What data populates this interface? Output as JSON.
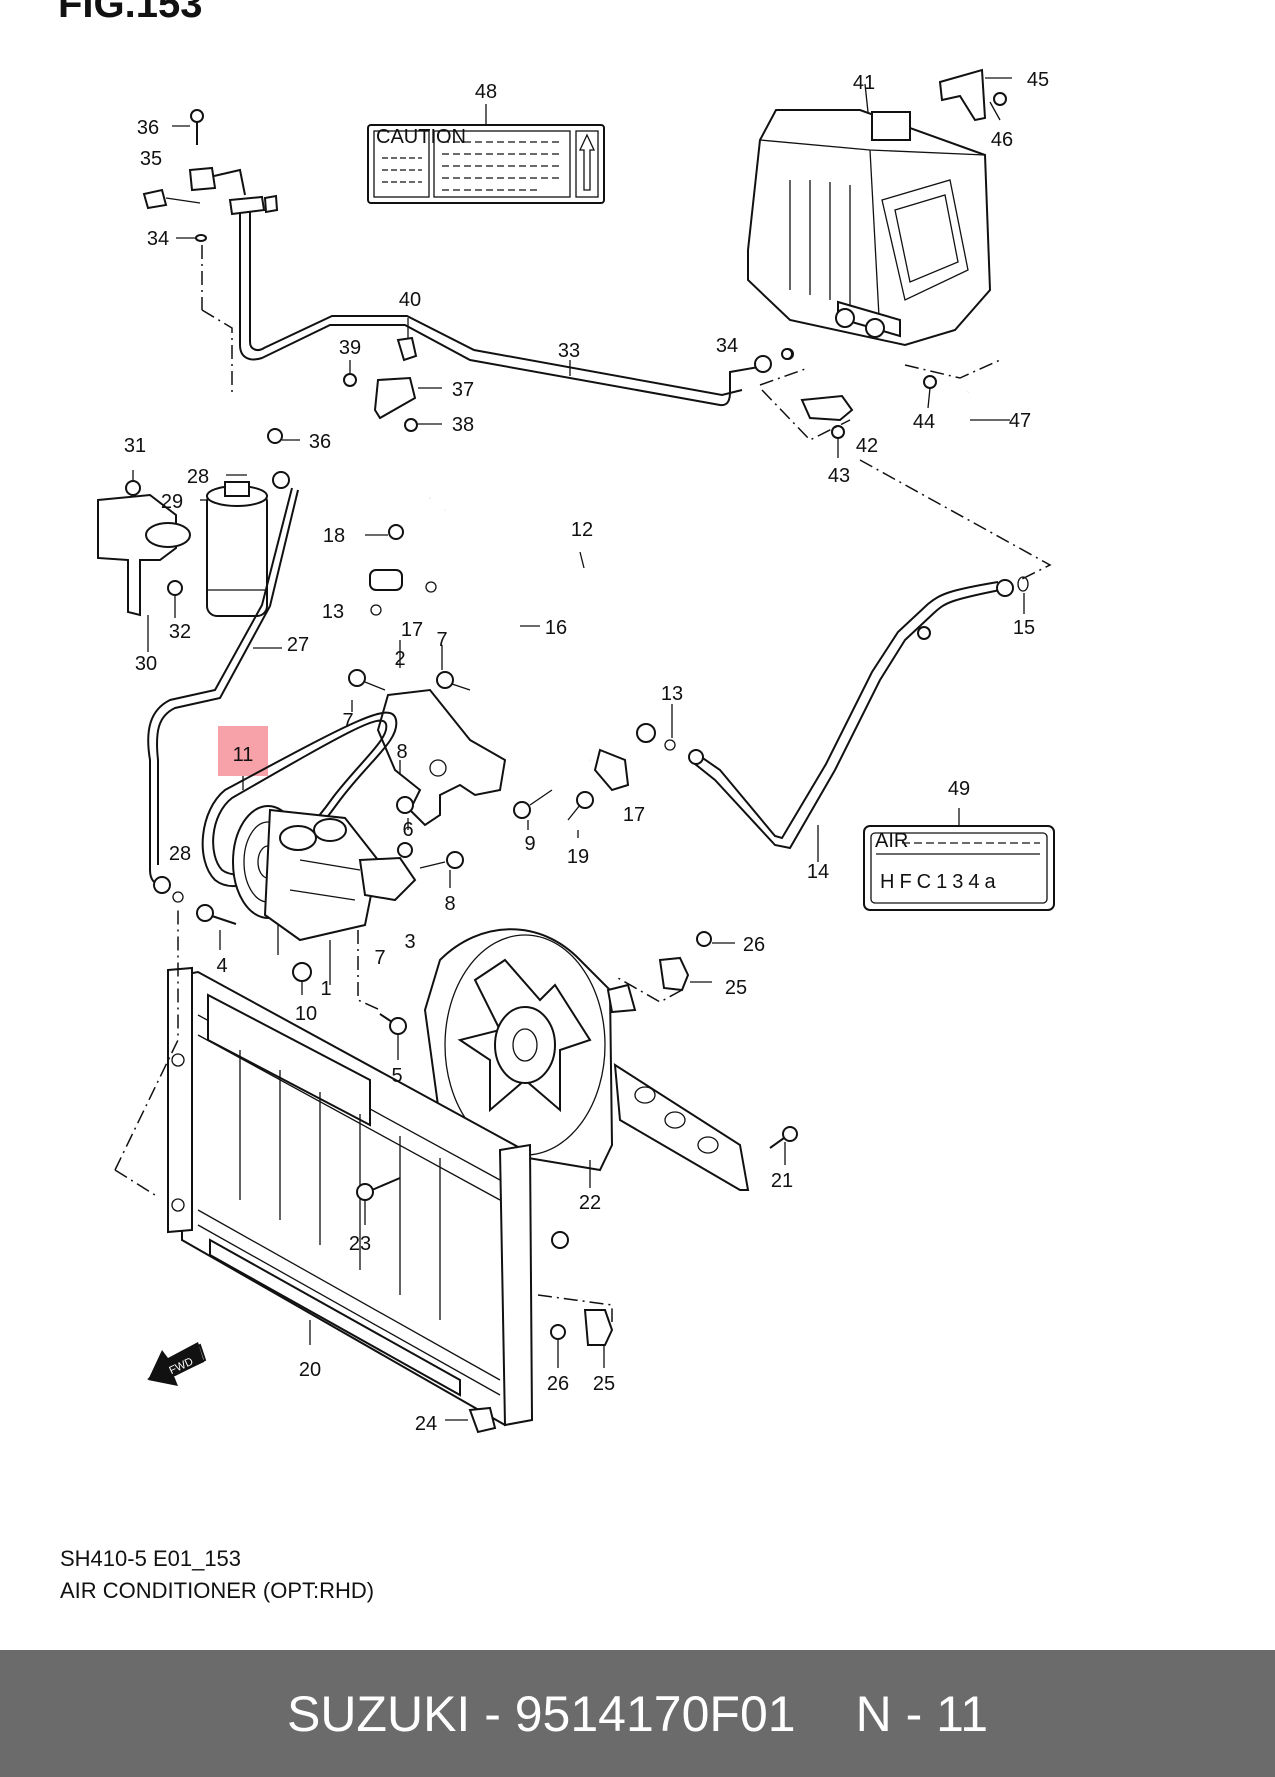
{
  "figure": {
    "title": "FIG.153",
    "diagram_code": "SH410-5 E01_153",
    "section_title": "AIR CONDITIONER (OPT:RHD)"
  },
  "highlight": {
    "label": "11",
    "color": "#f7a1a8"
  },
  "callouts": {
    "c1": "1",
    "c2": "2",
    "c3": "3",
    "c4": "4",
    "c5": "5",
    "c6": "6",
    "c7a": "7",
    "c7b": "7",
    "c7c": "7",
    "c8a": "8",
    "c8b": "8",
    "c9": "9",
    "c10": "10",
    "c12": "12",
    "c13a": "13",
    "c13b": "13",
    "c14": "14",
    "c15": "15",
    "c16": "16",
    "c17a": "17",
    "c17b": "17",
    "c18": "18",
    "c19": "19",
    "c20": "20",
    "c21": "21",
    "c22": "22",
    "c23": "23",
    "c24": "24",
    "c25a": "25",
    "c25b": "25",
    "c26a": "26",
    "c26b": "26",
    "c27": "27",
    "c28a": "28",
    "c28b": "28",
    "c29": "29",
    "c30": "30",
    "c31": "31",
    "c32": "32",
    "c33": "33",
    "c34a": "34",
    "c34b": "34",
    "c35": "35",
    "c36a": "36",
    "c36b": "36",
    "c37": "37",
    "c38": "38",
    "c39": "39",
    "c40": "40",
    "c41": "41",
    "c42": "42",
    "c43": "43",
    "c44": "44",
    "c45": "45",
    "c46": "46",
    "c47": "47",
    "c48": "48",
    "c49": "49"
  },
  "labels": {
    "caution_title": "CAUTION",
    "refrigerant_header": "AIR",
    "refrigerant_type": "HFC134a",
    "fwd_arrow": "FWD"
  },
  "footer": {
    "brand_part": "SUZUKI - 9514170F01",
    "ref": "N - 11",
    "background": "#6b6b6b"
  }
}
